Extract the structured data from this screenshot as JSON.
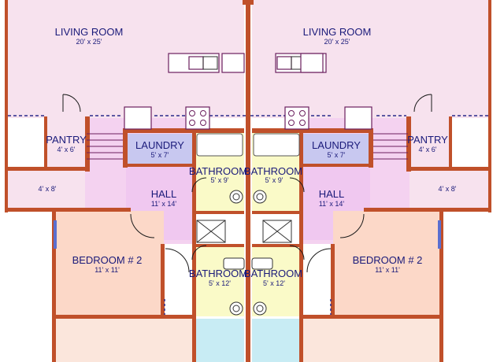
{
  "rooms": {
    "left_living": {
      "name": "LIVING ROOM",
      "dim": "20' x 25'"
    },
    "right_living": {
      "name": "LIVING ROOM",
      "dim": "20' x 25'"
    },
    "left_pantry": {
      "name": "PANTRY",
      "dim": "4' x 6'"
    },
    "right_pantry": {
      "name": "PANTRY",
      "dim": "4' x 6'"
    },
    "left_laundry": {
      "name": "LAUNDRY",
      "dim": "5' x 7'"
    },
    "right_laundry": {
      "name": "LAUNDRY",
      "dim": "5' x 7'"
    },
    "left_closet": {
      "dim": "4' x 8'"
    },
    "right_closet": {
      "dim": "4' x 8'"
    },
    "left_bath_upper": {
      "name": "BATHROOM",
      "dim": "5' x 9'"
    },
    "right_bath_upper": {
      "name": "BATHROOM",
      "dim": "5' x 9'"
    },
    "left_hall": {
      "name": "HALL",
      "dim": "11' x 14'"
    },
    "right_hall": {
      "name": "HALL",
      "dim": "11' x 14'"
    },
    "left_bedroom": {
      "name": "BEDROOM # 2",
      "dim": "11' x 11'"
    },
    "right_bedroom": {
      "name": "BEDROOM # 2",
      "dim": "11' x 11'"
    },
    "left_bath_lower": {
      "name": "BATHROOM",
      "dim": "5' x 12'"
    },
    "right_bath_lower": {
      "name": "BATHROOM",
      "dim": "5' x 12'"
    }
  },
  "colors": {
    "living": "#f7e2ee",
    "hall": "#f0c8f0",
    "laundry": "#c8c8f0",
    "bathroom": "#fafac8",
    "bedroom": "#fcd8c8",
    "closet": "#f7e2ee",
    "bottom_room": "#fbe6dc",
    "bottom_bath": "#c8ecf4",
    "wall": "#c0502a"
  },
  "icons": [
    "range-icon",
    "sink-icon",
    "refrigerator-icon",
    "washer-icon",
    "toilet-icon",
    "tub-icon",
    "door-swing-icon",
    "stairs-icon"
  ]
}
